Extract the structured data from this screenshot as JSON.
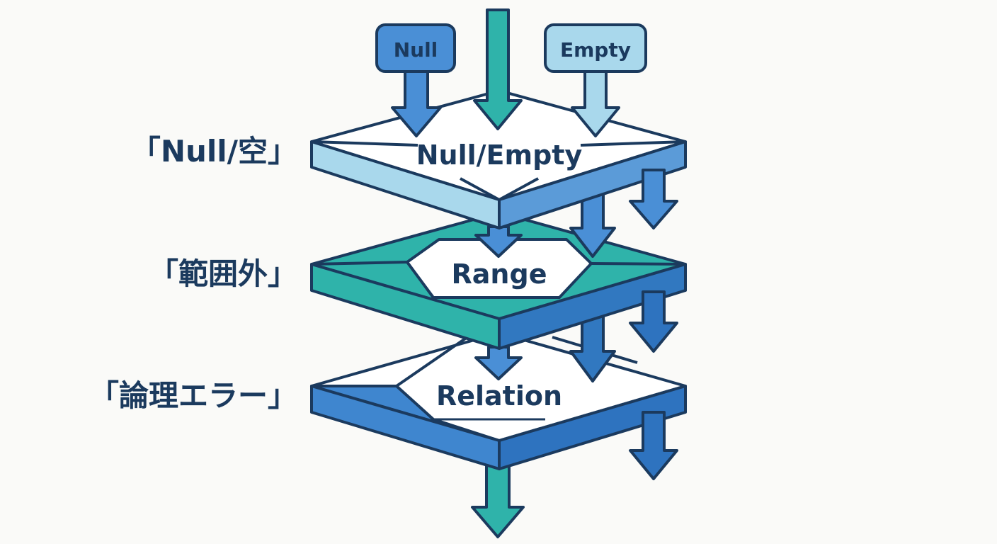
{
  "inputs": {
    "null_label": "Null",
    "empty_label": "Empty"
  },
  "layers": [
    {
      "label": "Null/Empty",
      "side_label": "「Null/空」",
      "color_top": "#ffffff",
      "color_front": "#a9d8ec",
      "color_side": "#5b9bd8"
    },
    {
      "label": "Range",
      "side_label": "「範囲外」",
      "color_top": "#2fb3aa",
      "color_front": "#2fb3aa",
      "color_side": "#3178c0"
    },
    {
      "label": "Relation",
      "side_label": "「論理エラー」",
      "color_top": "#ffffff",
      "color_front": "#3f86cf",
      "color_side": "#2e73bf"
    }
  ],
  "colors": {
    "outline": "#1b3a5e",
    "teal": "#2fb3aa",
    "blue": "#4a8fd6",
    "light_blue": "#a9d8ec",
    "dark_blue": "#2e6fbf"
  }
}
